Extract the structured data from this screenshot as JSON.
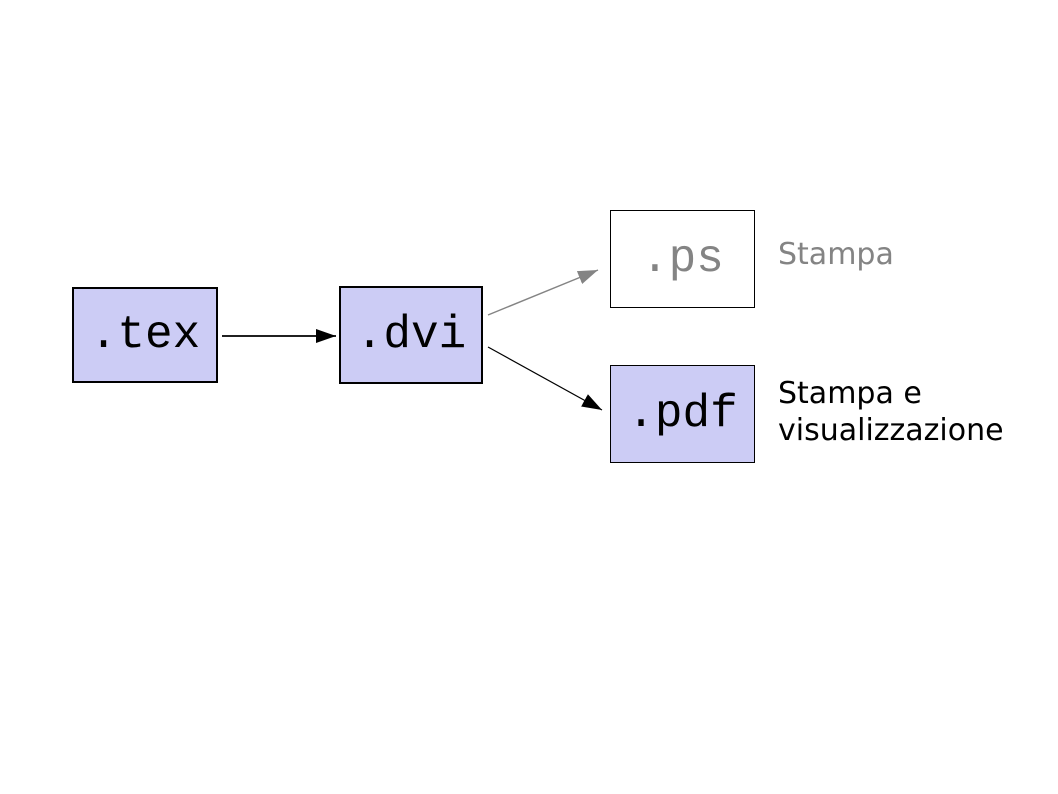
{
  "nodes": {
    "tex": {
      "label": ".tex"
    },
    "dvi": {
      "label": ".dvi"
    },
    "ps": {
      "label": ".ps"
    },
    "pdf": {
      "label": ".pdf"
    }
  },
  "annotations": {
    "ps_note": "Stampa",
    "pdf_note": "Stampa e visualizzazione"
  },
  "edges": [
    {
      "from": ".tex",
      "to": ".dvi",
      "color": "#000000"
    },
    {
      "from": ".dvi",
      "to": ".ps",
      "color": "#848484"
    },
    {
      "from": ".dvi",
      "to": ".pdf",
      "color": "#000000"
    }
  ],
  "colors": {
    "node_fill": "#ccccf5",
    "ps_node_fill": "#ffffff",
    "muted_text": "#848484",
    "text": "#000000",
    "background": "#ffffff"
  }
}
